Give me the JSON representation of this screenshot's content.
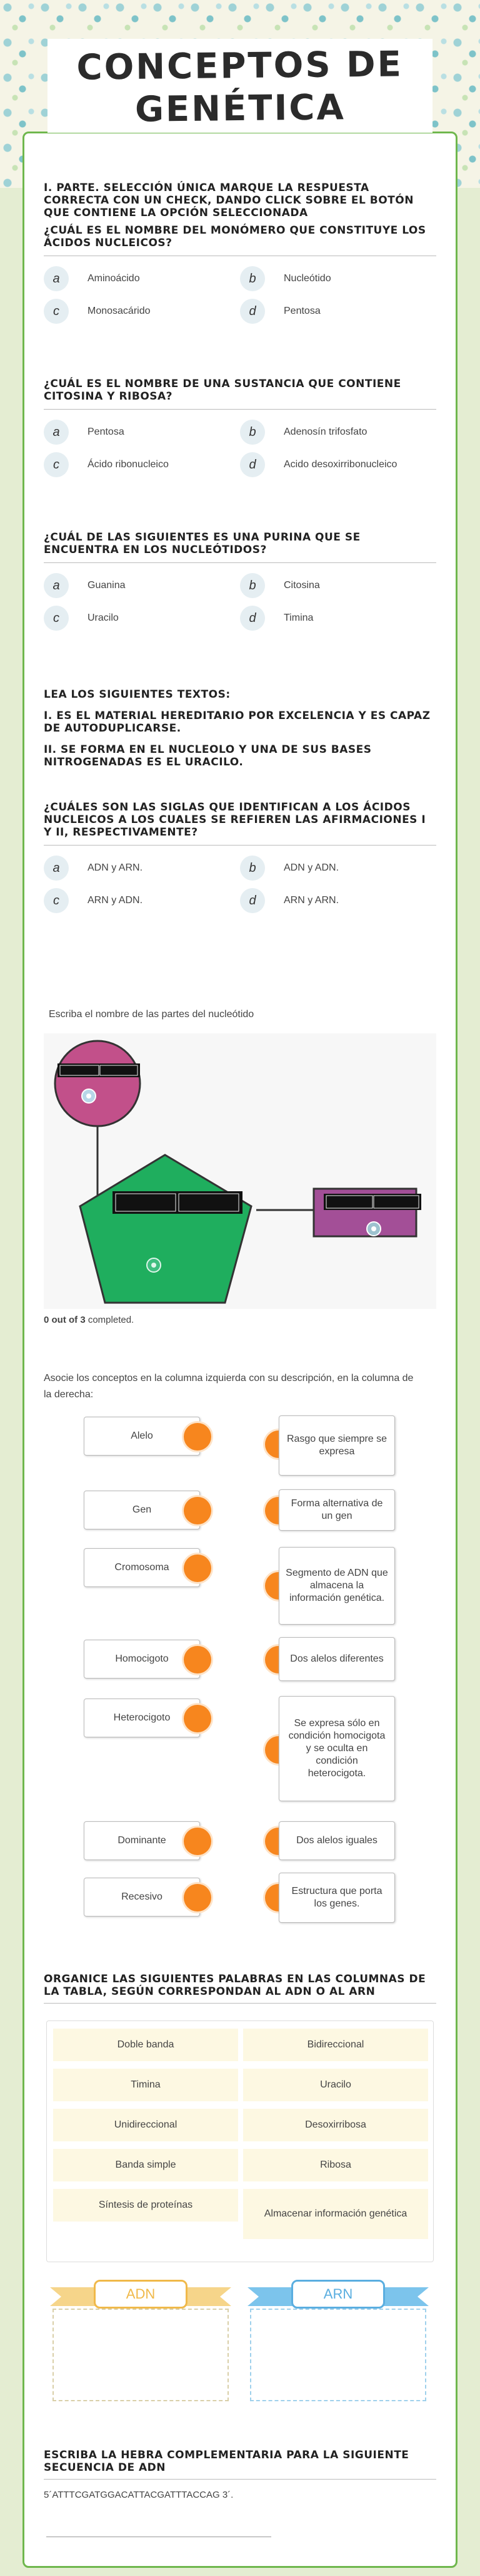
{
  "title": "Conceptos de Genética",
  "part1": {
    "instruction": "I. Parte. Selección única marque la respuesta correcta con un check, dando click sobre el botón que contiene la opción seleccionada",
    "questions": [
      {
        "text": "¿Cuál es el nombre del monómero que constituye los ácidos nucleicos?",
        "options": [
          {
            "letter": "a",
            "text": "Aminoácido"
          },
          {
            "letter": "b",
            "text": "Nucleótido"
          },
          {
            "letter": "c",
            "text": "Monosacárido"
          },
          {
            "letter": "d",
            "text": "Pentosa"
          }
        ]
      },
      {
        "text": "¿Cuál es el nombre de una sustancia que contiene citosina y ribosa?",
        "options": [
          {
            "letter": "a",
            "text": "Pentosa"
          },
          {
            "letter": "b",
            "text": "Adenosín trifosfato"
          },
          {
            "letter": "c",
            "text": "Ácido ribonucleico"
          },
          {
            "letter": "d",
            "text": "Acido desoxirribonucleico"
          }
        ]
      },
      {
        "text": "¿Cuál de las siguientes es una purina que se encuentra en los nucleótidos?",
        "options": [
          {
            "letter": "a",
            "text": "Guanina"
          },
          {
            "letter": "b",
            "text": "Citosina"
          },
          {
            "letter": "c",
            "text": "Uracilo"
          },
          {
            "letter": "d",
            "text": "Timina"
          }
        ]
      }
    ],
    "reading_title": "Lea los siguientes textos:",
    "reading_1": "I. Es el material hereditario por excelencia y es capaz de autoduplicarse.",
    "reading_2": "II. Se forma en el nucleolo y una de sus bases nitrogenadas es el uracilo.",
    "q4": {
      "text": "¿Cuáles son las siglas que identifican a los ácidos nucleicos a los cuales se refieren  las afirmaciones I y II, respectivamente?",
      "options": [
        {
          "letter": "a",
          "text": "ADN y ARN."
        },
        {
          "letter": "b",
          "text": "ADN y ADN."
        },
        {
          "letter": "c",
          "text": "ARN y ADN."
        },
        {
          "letter": "d",
          "text": "ARN y  ARN."
        }
      ]
    }
  },
  "nucleotide": {
    "instruction": "Escriba el nombre de las partes del nucleótido",
    "score": "0 out of 3",
    "score_suffix": " completed.",
    "colors": {
      "phosphate": "#c2508a",
      "sugar": "#1fae5e",
      "base": "#a34f97"
    }
  },
  "matching": {
    "instruction": "Asocie los conceptos en la columna izquierda con su descripción, en la columna de la derecha:",
    "left": [
      "Alelo",
      "Gen",
      "Cromosoma",
      "Homocigoto",
      "Heterocigoto",
      "Dominante",
      "Recesivo"
    ],
    "right": [
      "Rasgo que siempre se expresa",
      "Forma alternativa de un gen",
      "Segmento de ADN que almacena la información genética.",
      "Dos alelos diferentes",
      "Se expresa sólo en condición homocigota y se oculta en condición heterocigota.",
      "Dos alelos iguales",
      "Estructura que porta los genes."
    ]
  },
  "sorting": {
    "instruction": "Organice las siguientes palabras en las columnas de la tabla, según correspondan al ADN o al ARN",
    "items": [
      "Doble banda",
      "Bidireccional",
      "Timina",
      "Uracilo",
      "Unidireccional",
      "Desoxirribosa",
      "Banda simple",
      "Ribosa",
      "Síntesis de proteínas",
      "Almacenar información genética"
    ],
    "adn_label": "ADN",
    "arn_label": "ARN",
    "adn_color": "#f0b94a",
    "arn_color": "#5aaee0"
  },
  "complement": {
    "instruction": "Escriba la hebra complementaria para la siguiente secuencia de ADN",
    "sequence": "5´ATTTCGATGGACATTACGATTTACCAG 3´."
  }
}
